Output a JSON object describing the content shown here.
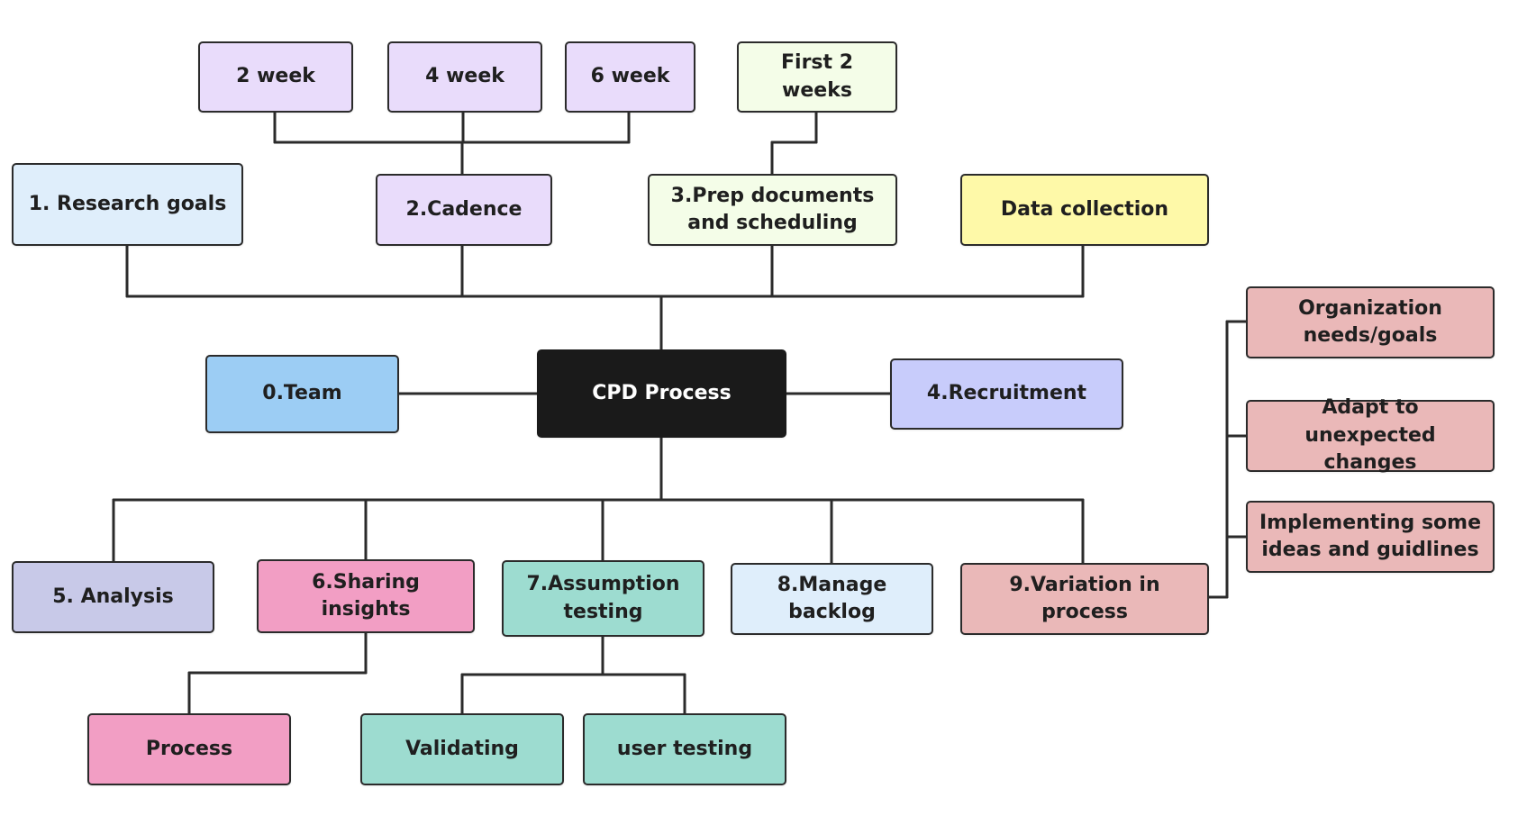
{
  "diagram": {
    "center": "CPD Process",
    "nodes": {
      "research_goals": "1. Research goals",
      "cadence": "2.Cadence",
      "week_2": "2 week",
      "week_4": "4 week",
      "week_6": "6 week",
      "first_2_weeks": "First 2 weeks",
      "prep_line1": "3.Prep documents",
      "prep_line2": "and scheduling",
      "data_collection": "Data collection",
      "team": "0.Team",
      "recruitment": "4.Recruitment",
      "org_line1": "Organization",
      "org_line2": "needs/goals",
      "adapt_line1": "Adapt to unexpected",
      "adapt_line2": "changes",
      "impl_line1": "Implementing some",
      "impl_line2": "ideas and guidlines",
      "analysis": "5. Analysis",
      "sharing_insights": "6.Sharing insights",
      "assumption_line1": "7.Assumption",
      "assumption_line2": "testing",
      "backlog_line1": "8.Manage",
      "backlog_line2": "backlog",
      "variation": "9.Variation in process",
      "process": "Process",
      "validating": "Validating",
      "user_testing": "user testing"
    },
    "colors": {
      "connector": "#2b2b2b",
      "center_fill": "#1a1a1a",
      "lavender": "#e9dcfb",
      "light_blue": "#dfeefb",
      "light_green": "#f4fde8",
      "yellow": "#fef9a8",
      "sky_blue": "#9ccdf4",
      "periwinkle": "#c8ccfb",
      "rose": "#eab8b8",
      "grey_lavender": "#c8c9e8",
      "pink": "#f29ec4",
      "teal": "#9ddcd0"
    }
  }
}
